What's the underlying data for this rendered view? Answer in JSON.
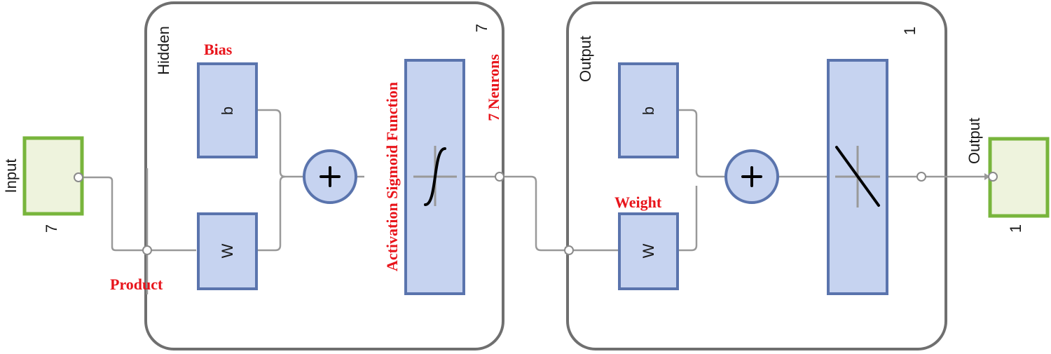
{
  "input": {
    "title": "Input",
    "size": "7"
  },
  "hidden_layer": {
    "title": "Hidden",
    "size": "7",
    "bias_symbol": "b",
    "weight_symbol": "W"
  },
  "output_layer": {
    "title": "Output",
    "size": "1",
    "bias_symbol": "b",
    "weight_symbol": "W"
  },
  "output": {
    "title": "Output",
    "size": "1"
  },
  "annotations": {
    "bias": "Bias",
    "product": "Product",
    "weight": "Weight",
    "activation": "Activation Sigmoid Function",
    "neurons": "7 Neurons"
  },
  "colors": {
    "block_fill": "#c6d3f0",
    "block_stroke": "#5a74ad",
    "io_fill": "#eef3dd",
    "io_stroke": "#78b53c",
    "annotation": "#e8141b"
  }
}
